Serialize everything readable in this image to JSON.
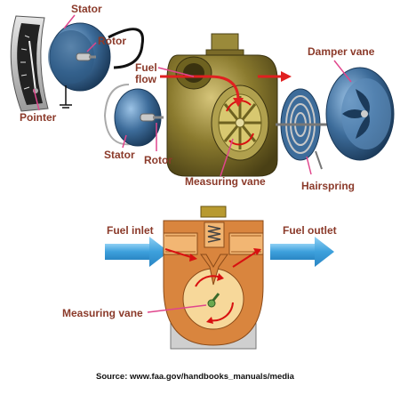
{
  "labels": {
    "stator_top": "Stator",
    "rotor_top": "Rotor",
    "pointer": "Pointer",
    "fuel_flow": "Fuel\nflow",
    "stator_bottom": "Stator",
    "rotor_bottom": "Rotor",
    "measuring_vane_top": "Measuring vane",
    "damper_vane": "Damper vane",
    "hairspring": "Hairspring",
    "fuel_inlet": "Fuel inlet",
    "fuel_outlet": "Fuel outlet",
    "measuring_vane_bottom": "Measuring vane"
  },
  "source": "Source: www.faa.gov/handbooks_manuals/media",
  "colors": {
    "label": "#8b3a2a",
    "leader": "#e0468c",
    "flow_arrow": "#e02020",
    "blue_metal": "#3d6c9a",
    "brass": "#8a7a2e",
    "housing_orange": "#d9853e",
    "pipe_blue": "#4aa8e0"
  },
  "icons": [
    "gauge-dial-icon",
    "motor-stator-icon",
    "brass-housing-icon",
    "hairspring-icon",
    "damper-vane-icon",
    "fuel-arrow-icon"
  ]
}
